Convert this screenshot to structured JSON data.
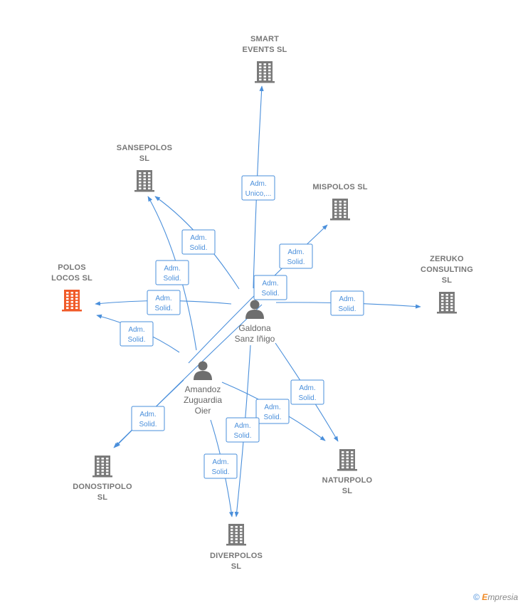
{
  "companies": [
    {
      "id": "smart",
      "lines": [
        "SMART",
        "EVENTS SL"
      ],
      "highlight": false
    },
    {
      "id": "sansepolos",
      "lines": [
        "SANSEPOLOS",
        "SL"
      ],
      "highlight": false
    },
    {
      "id": "mispolos",
      "lines": [
        "MISPOLOS  SL"
      ],
      "highlight": false
    },
    {
      "id": "zeruko",
      "lines": [
        "ZERUKO",
        "CONSULTING",
        "SL"
      ],
      "highlight": false
    },
    {
      "id": "poloslocos",
      "lines": [
        "POLOS",
        "LOCOS  SL"
      ],
      "highlight": true
    },
    {
      "id": "donostipolo",
      "lines": [
        "DONOSTIPOLO",
        "SL"
      ],
      "highlight": false
    },
    {
      "id": "naturpolo",
      "lines": [
        "NATURPOLO",
        "SL"
      ],
      "highlight": false
    },
    {
      "id": "diverpolos",
      "lines": [
        "DIVERPOLOS",
        "SL"
      ],
      "highlight": false
    }
  ],
  "people": [
    {
      "id": "galdona",
      "lines": [
        "Galdona",
        "Sanz Iñigo"
      ]
    },
    {
      "id": "amandoz",
      "lines": [
        "Amandoz",
        "Zuguardia",
        "Oier"
      ]
    }
  ],
  "relations": [
    {
      "from": "galdona",
      "to": "smart",
      "lines": [
        "Adm.",
        "Unico,..."
      ]
    },
    {
      "from": "galdona",
      "to": "sansepolos",
      "lines": [
        "Adm.",
        "Solid."
      ]
    },
    {
      "from": "amandoz",
      "to": "sansepolos",
      "lines": [
        "Adm.",
        "Solid."
      ]
    },
    {
      "from": "galdona",
      "to": "poloslocos",
      "lines": [
        "Adm.",
        "Solid."
      ]
    },
    {
      "from": "amandoz",
      "to": "poloslocos",
      "lines": [
        "Adm.",
        "Solid."
      ]
    },
    {
      "from": "amandoz",
      "to": "mispolos",
      "lines": [
        "Adm.",
        "Solid."
      ]
    },
    {
      "from": "galdona",
      "to": "donostipolo",
      "lines": [
        "Adm.",
        "Solid."
      ]
    },
    {
      "from": "amandoz",
      "to": "donostipolo",
      "lines": [
        "Adm.",
        "Solid."
      ]
    },
    {
      "from": "galdona",
      "to": "zeruko",
      "lines": [
        "Adm.",
        "Solid."
      ]
    },
    {
      "from": "galdona",
      "to": "naturpolo",
      "lines": [
        "Adm.",
        "Solid."
      ]
    },
    {
      "from": "amandoz",
      "to": "naturpolo",
      "lines": [
        "Adm.",
        "Solid."
      ]
    },
    {
      "from": "galdona",
      "to": "diverpolos",
      "lines": [
        "Adm.",
        "Solid."
      ]
    },
    {
      "from": "amandoz",
      "to": "diverpolos",
      "lines": [
        "Adm.",
        "Solid."
      ]
    }
  ],
  "colors": {
    "edge": "#4a8fdb",
    "building": "#7a7a7a",
    "building_highlight": "#f05a28",
    "person": "#6e6e6e"
  },
  "footer": {
    "copyright": "©",
    "brand_initial": "E",
    "brand_rest": "mpresia"
  }
}
